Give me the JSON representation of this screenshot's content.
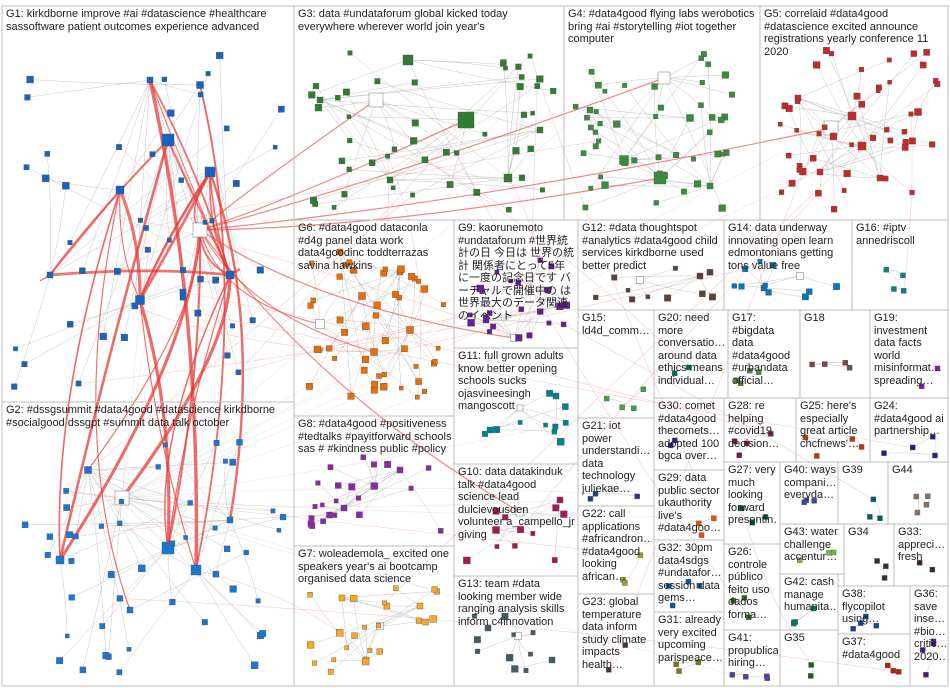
{
  "groups": [
    {
      "id": "G1",
      "label": "G1: kirkdborne improve #ai #datascience #healthcare sassoftware patient outcomes experience advanced",
      "color": "#1565c0"
    },
    {
      "id": "G2",
      "label": "G2: #dssgsummit #data4good #datascience kirkdborne #socialgood dssgpt #summit data talk october",
      "color": "#1976d2"
    },
    {
      "id": "G3",
      "label": "G3: data #undataforum global kicked today everywhere wherever world join year's",
      "color": "#2e7d32"
    },
    {
      "id": "G4",
      "label": "G4: #data4good flying labs werobotics bring #ai #storytelling #iot together computer",
      "color": "#388e3c"
    },
    {
      "id": "G5",
      "label": "G5: correlaid #data4good #datascience excited announce registrations yearly conference 11 2020",
      "color": "#c62828"
    },
    {
      "id": "G6",
      "label": "G6: #data4good dataconla #d4g panel data work data4goodinc toddterrazas savina hawkins",
      "color": "#ef6c00"
    },
    {
      "id": "G7",
      "label": "G7: woleademola_ excited one speakers year's ai bootcamp organised data science",
      "color": "#f9a825"
    },
    {
      "id": "G8",
      "label": "G8: #data4good #positiveness #tedtalks #payitforward schools sas # #kindness public #policy",
      "color": "#8e24aa"
    },
    {
      "id": "G9",
      "label": "G9: kaorunemoto #undataforum #世界統計の日 今日は 世界の統計 関係者にとって5年に一度の記念日です バーチャルで開催中の は 世界最大のデータ関連のイベント",
      "color": "#6a1b9a"
    },
    {
      "id": "G10",
      "label": "G10: data datakinduk talk #data4good science lead dulcievousden volunteer a_campello_jr giving",
      "color": "#ad1457"
    },
    {
      "id": "G11",
      "label": "G11: full grown adults know better opening schools sucks ojasvineesingh mangoscott",
      "color": "#00838f"
    },
    {
      "id": "G12",
      "label": "G12: #data thoughtspot #analytics #data4good child services kirkdborne used better predict",
      "color": "#5d4037"
    },
    {
      "id": "G13",
      "label": "G13: team #data looking member wide ranging analysis skills inform c4innovation",
      "color": "#455a64"
    },
    {
      "id": "G14",
      "label": "G14: data underway innovating open learn edmontonians getting tons value free",
      "color": "#0277bd"
    },
    {
      "id": "G15",
      "label": "G15: ld4d_comm…",
      "color": "#43a047"
    },
    {
      "id": "G16",
      "label": "G16: #iptv annedriscoll",
      "color": "#00897b"
    },
    {
      "id": "G17",
      "label": "G17: #bigdata data #data4good #urbandata official…",
      "color": "#558b2f"
    },
    {
      "id": "G18",
      "label": "G18",
      "color": "#6d4c41"
    },
    {
      "id": "G19",
      "label": "G19: investment data facts world misinformat… spreading…",
      "color": "#7b1fa2"
    },
    {
      "id": "G20",
      "label": "G20: need more conversatio… around data ethics means individual…",
      "color": "#00695c"
    },
    {
      "id": "G21",
      "label": "G21: iot power understandi… data technology juliekae…",
      "color": "#283593"
    },
    {
      "id": "G22",
      "label": "G22: call applications #africandron… #data4good looking african…",
      "color": "#9e9d24"
    },
    {
      "id": "G23",
      "label": "G23: global temperature data inform study climate impacts health…",
      "color": "#4e342e"
    },
    {
      "id": "G24",
      "label": "G24: #data4good ai partnership…",
      "color": "#1a237e"
    },
    {
      "id": "G25",
      "label": "G25: here's especially great article chcfnews'…",
      "color": "#bf360c"
    },
    {
      "id": "G26",
      "label": "G26: controle público feito uso dados forma…",
      "color": "#33691e"
    },
    {
      "id": "G27",
      "label": "G27: very much looking forward presentin…",
      "color": "#004d40"
    },
    {
      "id": "G28",
      "label": "G28: re helping #covid19 decision…",
      "color": "#880e4f"
    },
    {
      "id": "G29",
      "label": "G29: data public sector ukauthority live's #data4goo…",
      "color": "#e65100"
    },
    {
      "id": "G30",
      "label": "G30: comet #data4good thecomets… adopted 100 bgca over…",
      "color": "#311b92"
    },
    {
      "id": "G31",
      "label": "G31: already very excited upcoming parispeace…",
      "color": "#827717"
    },
    {
      "id": "G32",
      "label": "G32: 30pm data4sdgs #undatafor… session data gems…",
      "color": "#01579b"
    },
    {
      "id": "G33",
      "label": "G33: appreci… fresh",
      "color": "#3e2723"
    },
    {
      "id": "G34",
      "label": "G34",
      "color": "#263238"
    },
    {
      "id": "G35",
      "label": "G35",
      "color": "#1b5e20"
    },
    {
      "id": "G36",
      "label": "G36: save inse… #bio… critic… 2020…",
      "color": "#4a148c"
    },
    {
      "id": "G37",
      "label": "G37: #data4good",
      "color": "#b71c1c"
    },
    {
      "id": "G38",
      "label": "G38: flycopilot using…",
      "color": "#0d47a1"
    },
    {
      "id": "G39",
      "label": "G39",
      "color": "#006064"
    },
    {
      "id": "G40",
      "label": "G40: ways compani… everyda…",
      "color": "#3949ab"
    },
    {
      "id": "G41",
      "label": "G41: propublica hiring…",
      "color": "#5e35b1"
    },
    {
      "id": "G42",
      "label": "G42: cash manage humanita…",
      "color": "#00796b"
    },
    {
      "id": "G43",
      "label": "G43: water challenge accentur…",
      "color": "#7cb342"
    },
    {
      "id": "G44",
      "label": "G44",
      "color": "#8d6e63"
    }
  ],
  "node_names": {
    "n_kirkdborne": "kirkdborne",
    "n_sas": "sassoftware",
    "n_dssg": "dssgsummit",
    "n_undata": "undataforum",
    "n_werob": "werobotics",
    "n_correlaid": "correlaid",
    "n_data4goodinc": "data4goodinc"
  },
  "colors": {
    "edge_gray": "#b8b8b8",
    "edge_red": "#e53935",
    "edge_pink": "#ef9a9a",
    "box": "#bdbdbd"
  }
}
